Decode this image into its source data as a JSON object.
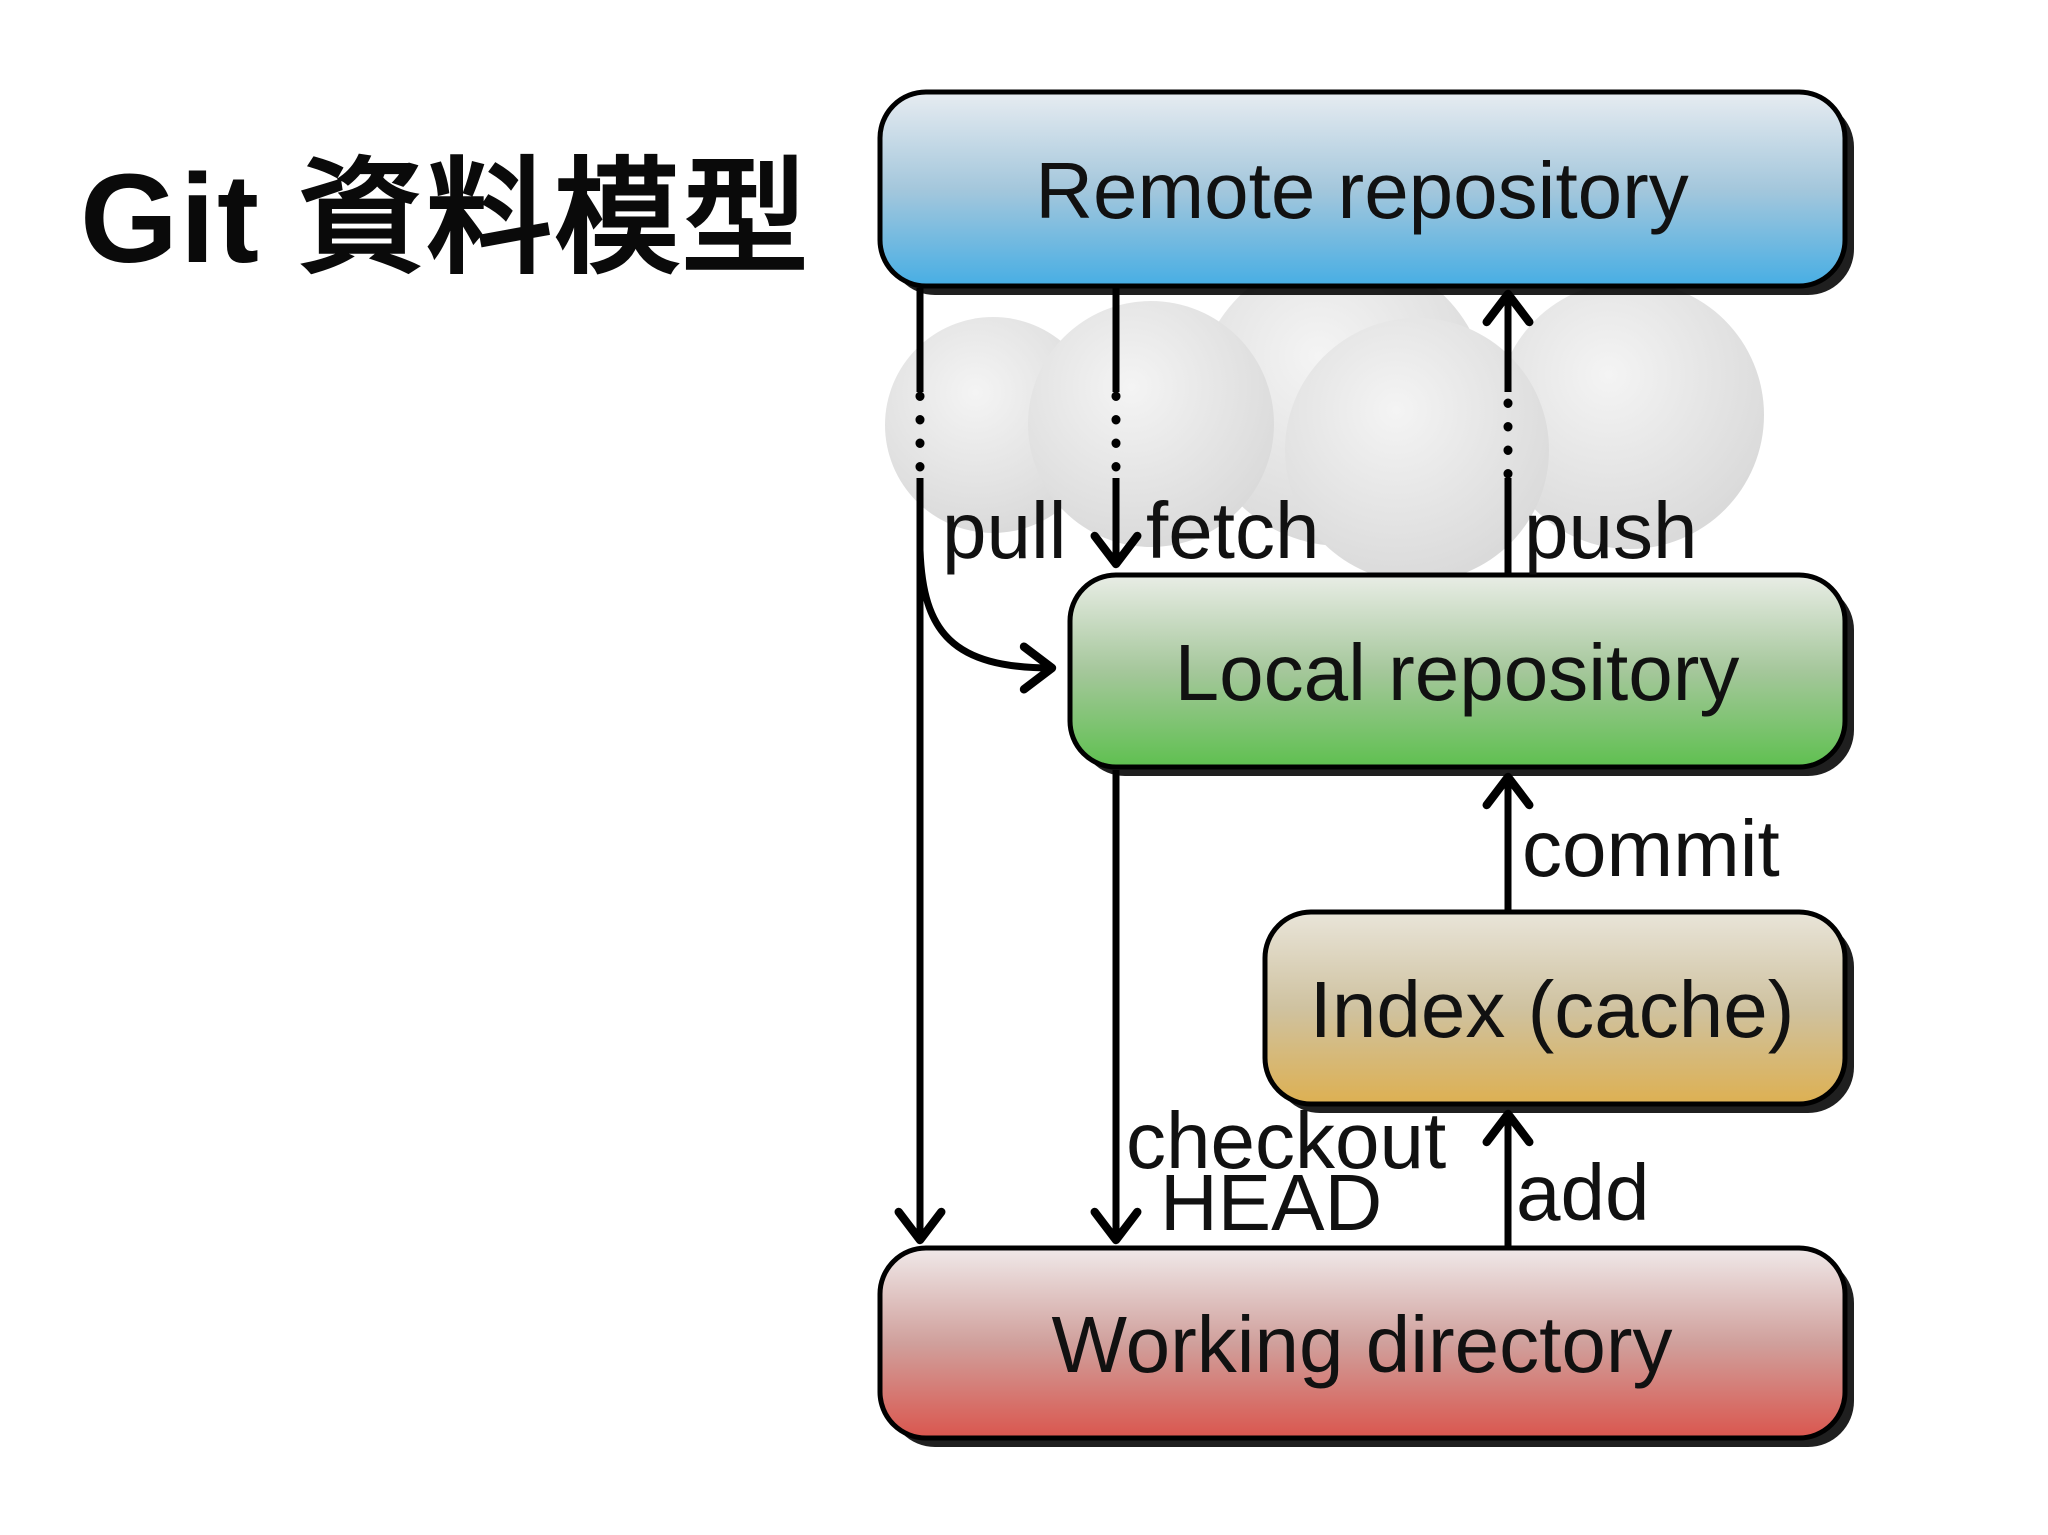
{
  "slide": {
    "title": "Git 資料模型",
    "background": "#ffffff"
  },
  "diagram": {
    "line_color": "#000000",
    "cloud_color_center": "#f4f4f4",
    "cloud_color_edge": "#d9d9d9",
    "nodes": [
      {
        "id": "remote",
        "label": "Remote repository",
        "color_top": "#e7ecf1",
        "color_mid": "#a4c7dc",
        "color_bottom": "#47aee4"
      },
      {
        "id": "local",
        "label": "Local repository",
        "color_top": "#e9ede6",
        "color_mid": "#a5c79b",
        "color_bottom": "#5fc050"
      },
      {
        "id": "index",
        "label": "Index (cache)",
        "color_top": "#e9e5d9",
        "color_mid": "#cfc2a0",
        "color_bottom": "#ddb052"
      },
      {
        "id": "working",
        "label": "Working directory",
        "color_top": "#f0e9e9",
        "color_mid": "#d0a09c",
        "color_bottom": "#da564e"
      }
    ],
    "edges": [
      {
        "id": "pull",
        "label": "pull",
        "from": "Remote repository",
        "to": "Working directory"
      },
      {
        "id": "fetch",
        "label": "fetch",
        "from": "Remote repository",
        "to": "Local repository"
      },
      {
        "id": "push",
        "label": "push",
        "from": "Local repository",
        "to": "Remote repository"
      },
      {
        "id": "commit",
        "label": "commit",
        "from": "Index (cache)",
        "to": "Local repository"
      },
      {
        "id": "checkout",
        "label_line1": "checkout",
        "label_line2": "HEAD",
        "from": "Local repository",
        "to": "Working directory"
      },
      {
        "id": "add",
        "label": "add",
        "from": "Working directory",
        "to": "Index (cache)"
      }
    ]
  }
}
